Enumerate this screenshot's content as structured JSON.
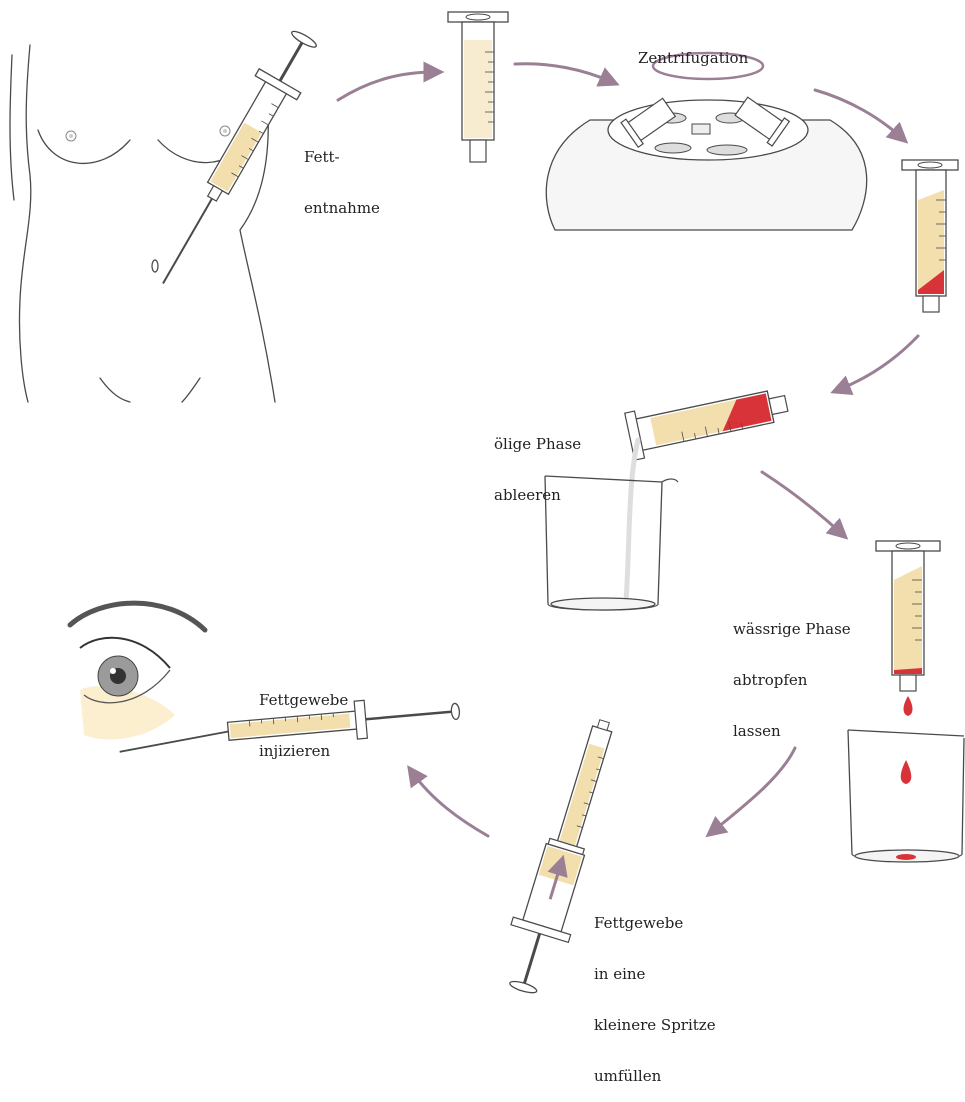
{
  "labels": {
    "fat_harvest": [
      "Fett-",
      "entnahme"
    ],
    "centrifugation": [
      "Zentrifugation"
    ],
    "oily_phase": [
      "ölige Phase",
      "ableeren"
    ],
    "aqueous_phase": [
      "wässrige Phase",
      "abtropfen",
      "lassen"
    ],
    "transfer": [
      "Fettgewebe",
      "in eine",
      "kleinere Spritze",
      "umfüllen"
    ],
    "inject": [
      "Fettgewebe",
      "injizieren"
    ]
  },
  "colors": {
    "arrow": "#9a7f95",
    "line": "#4a4a4a",
    "fat": "#f3dfae",
    "fat_dark": "#e6c98a",
    "blood": "#d9333a",
    "machine": "#f6f6f6",
    "tint": "#fbecc8"
  }
}
